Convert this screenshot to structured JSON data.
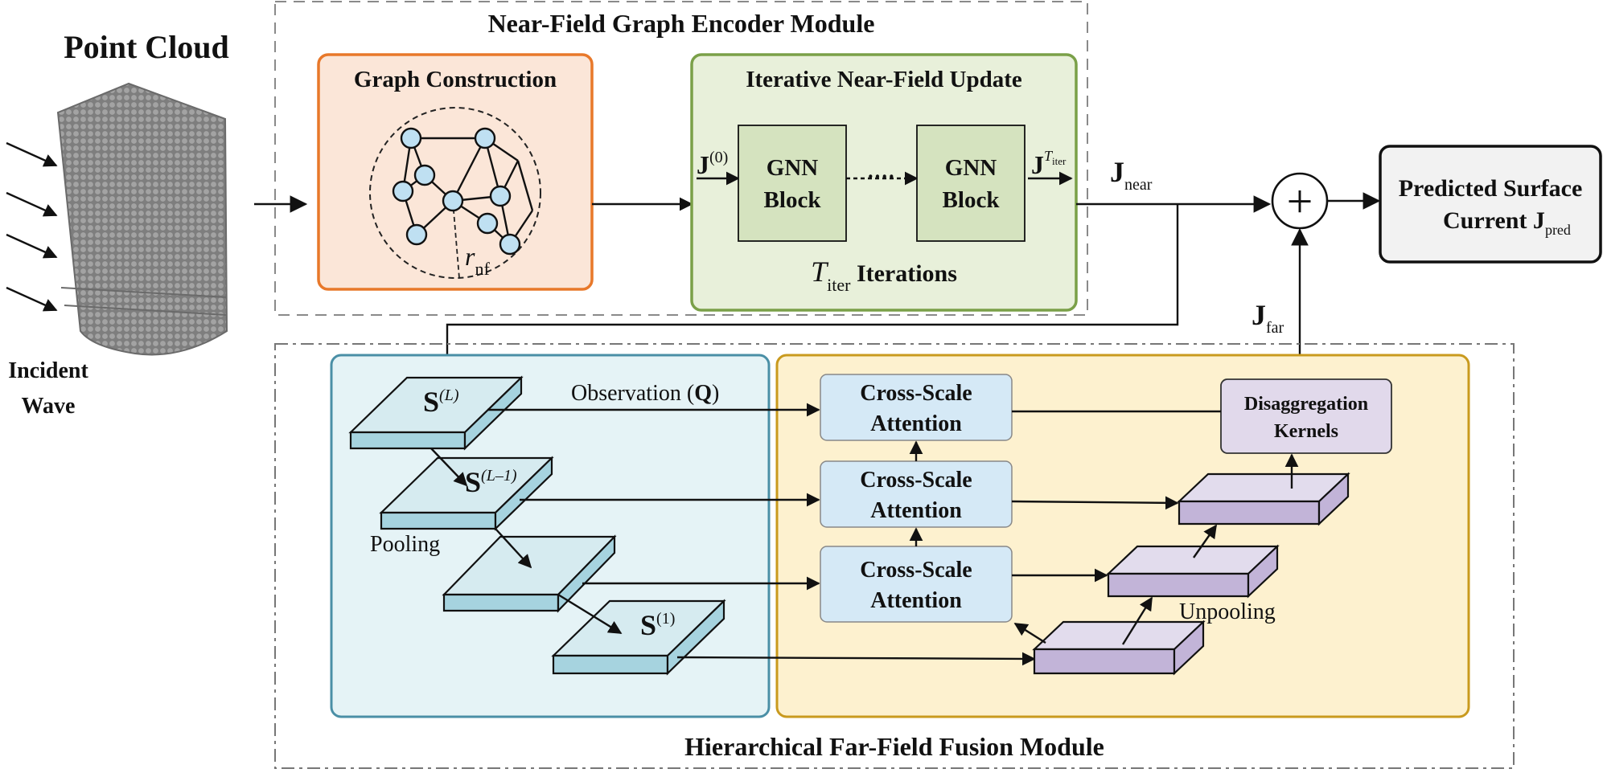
{
  "point_cloud": {
    "title": "Point Cloud",
    "incident_line1": "Incident",
    "incident_line2": "Wave"
  },
  "near_field": {
    "module_title": "Near-Field Graph Encoder Module",
    "graph_title": "Graph Construction",
    "radius_symbol": "r",
    "radius_sub": "nf",
    "update_title": "Iterative Near-Field Update",
    "j0_symbol": "J",
    "j0_sup": "(0)",
    "block1_line1": "GNN",
    "block1_line2": "Block",
    "dots": "····",
    "block2_line1": "GNN",
    "block2_line2": "Block",
    "jt_symbol": "J",
    "jt_sup_T": "T",
    "jt_sup_sub": "iter",
    "iter_T": "T",
    "iter_sub": "iter",
    "iter_label": " Iterations"
  },
  "outputs": {
    "j_near_symbol": "J",
    "j_near_sub": "near",
    "j_far_symbol": "J",
    "j_far_sub": "far",
    "sum_symbol": "+",
    "predicted_line1": "Predicted Surface",
    "predicted_line2": "Current J",
    "predicted_sub": "pred"
  },
  "far_field": {
    "module_title": "Hierarchical Far-Field Fusion Module",
    "s_top": {
      "symbol": "S",
      "sup": "(L)"
    },
    "s_second": {
      "symbol": "S",
      "sup": "(L–1)"
    },
    "s_bottom": {
      "symbol": "S",
      "sup": "(1)"
    },
    "observation": "Observation (",
    "observation_q": "Q",
    "observation_close": ")",
    "pooling": "Pooling",
    "unpooling": "Unpooling",
    "attention": [
      {
        "line1": "Cross-Scale",
        "line2": "Attention"
      },
      {
        "line1": "Cross-Scale",
        "line2": "Attention"
      },
      {
        "line1": "Cross-Scale",
        "line2": "Attention"
      }
    ],
    "kernels_line1": "Disaggregation",
    "kernels_line2": "Kernels"
  },
  "colors": {
    "graph_box_fill": "#fbe6d8",
    "graph_box_stroke": "#e8782a",
    "update_box_fill": "#e8f0da",
    "update_box_stroke": "#7aa048",
    "gnn_fill": "#d5e3bf",
    "blue_panel_fill": "#e5f3f6",
    "blue_panel_stroke": "#4a8fa6",
    "yellow_panel_fill": "#fdf1cf",
    "yellow_panel_stroke": "#c99a1e",
    "attention_fill": "#d5e9f6",
    "kernels_fill": "#e1d9eb",
    "slab_blue_top": "#d6ebf0",
    "slab_blue_side": "#a6d3df",
    "slab_purple_top": "#e2dced",
    "slab_purple_side": "#c2b4d8",
    "node_fill": "#bfe0f2",
    "point_cloud": "#808080"
  }
}
